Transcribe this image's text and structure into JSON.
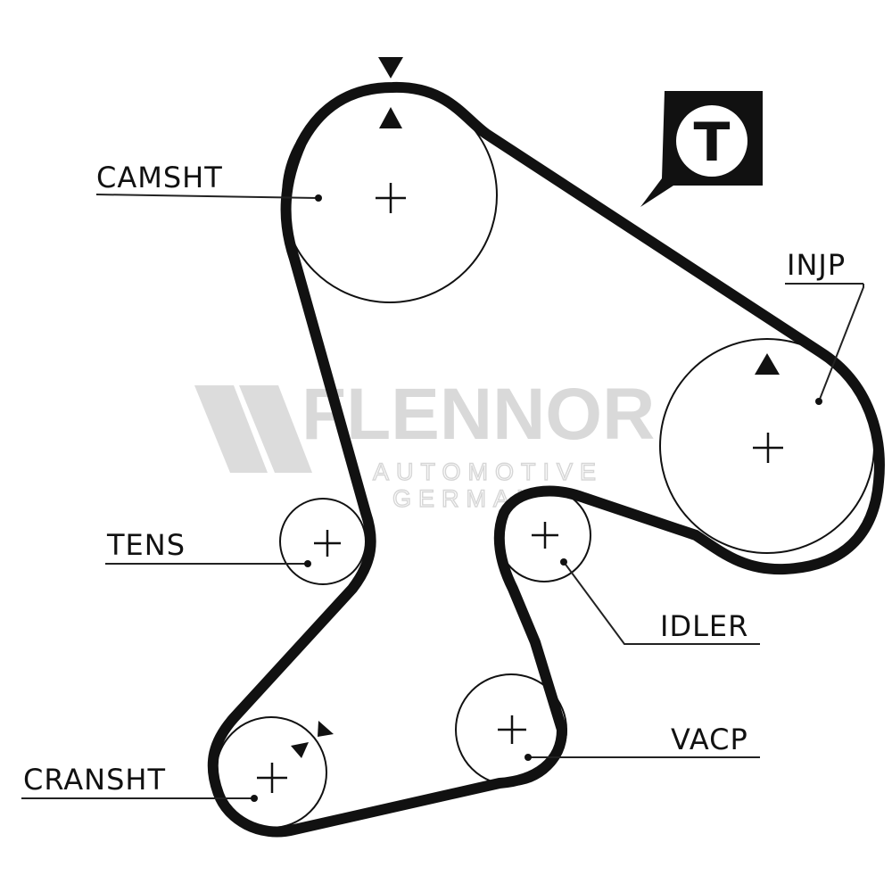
{
  "watermark": {
    "brand": "FLENNOR",
    "registered": "®",
    "line1": "AUTOMOTIVE",
    "line2": "GERMANY"
  },
  "badge": {
    "letter": "T"
  },
  "labels": {
    "camshaft": "CAMSHT",
    "injection_pump": "INJP",
    "tensioner": "TENS",
    "idler": "IDLER",
    "vacuum_pump": "VACP",
    "crankshaft": "CRANSHT"
  }
}
